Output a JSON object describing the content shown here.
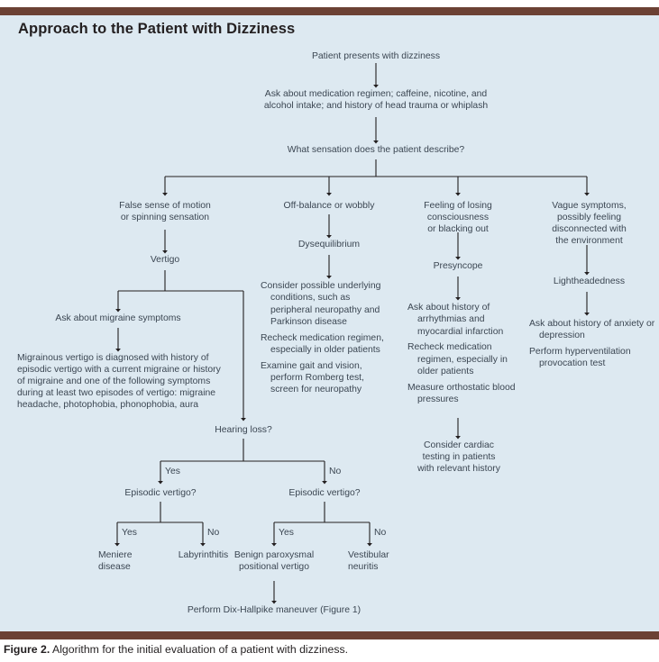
{
  "figure": {
    "title": "Approach to the Patient with Dizziness",
    "caption_label": "Figure 2.",
    "caption_text": " Algorithm for the initial evaluation of a patient with dizziness.",
    "panel_color": "#dde9f1",
    "bar_color": "#6b4134",
    "text_color": "#3b4652",
    "title_color": "#231f20"
  },
  "nodes": {
    "start": "Patient presents with dizziness",
    "history": "Ask about medication regimen; caffeine, nicotine, and\nalcohol intake; and history of head trauma or whiplash",
    "sensation": "What sensation does the patient describe?",
    "branch1_symptom": "False sense of motion\nor spinning sensation",
    "branch1_dx": "Vertigo",
    "branch1_migraine_q": "Ask about migraine symptoms",
    "branch1_migraine_text": "Migrainous vertigo is diagnosed with history of\nepisodic vertigo with a current migraine or history\nof migraine and one of the following symptoms\nduring at least two episodes of vertigo: migraine\nheadache, photophobia, phonophobia, aura",
    "branch2_symptom": "Off-balance or wobbly",
    "branch2_dx": "Dysequilibrium",
    "branch2_actions": [
      "Consider possible underlying conditions, such as peripheral neuropathy and Parkinson disease",
      "Recheck medication regimen, especially in older patients",
      "Examine gait and vision, perform Romberg test, screen for neuropathy"
    ],
    "branch3_symptom": "Feeling of losing\nconsciousness\nor blacking out",
    "branch3_dx": "Presyncope",
    "branch3_actions": [
      "Ask about history of arrhythmias and myocardial infarction",
      "Recheck medication regimen, especially in older patients",
      "Measure orthostatic blood pressures"
    ],
    "branch3_followup": "Consider cardiac\ntesting in patients\nwith relevant history",
    "branch4_symptom": "Vague symptoms,\npossibly feeling\ndisconnected with\nthe environment",
    "branch4_dx": "Lightheadedness",
    "branch4_actions": [
      "Ask about history of anxiety or depression",
      "Perform hyperventilation provocation test"
    ],
    "hearing_loss_q": "Hearing loss?",
    "episodic_vertigo_left_q": "Episodic vertigo?",
    "episodic_vertigo_right_q": "Episodic vertigo?",
    "outcome_meniere": "Meniere\ndisease",
    "outcome_labyrinthitis": "Labyrinthitis",
    "outcome_bppv": "Benign paroxysmal\npositional vertigo",
    "outcome_vestibular": "Vestibular\nneuritis",
    "dix_hallpike": "Perform Dix-Hallpike maneuver (Figure 1)"
  },
  "edge_labels": {
    "hearing_yes": "Yes",
    "hearing_no": "No",
    "left_yes": "Yes",
    "left_no": "No",
    "right_yes": "Yes",
    "right_no": "No"
  }
}
